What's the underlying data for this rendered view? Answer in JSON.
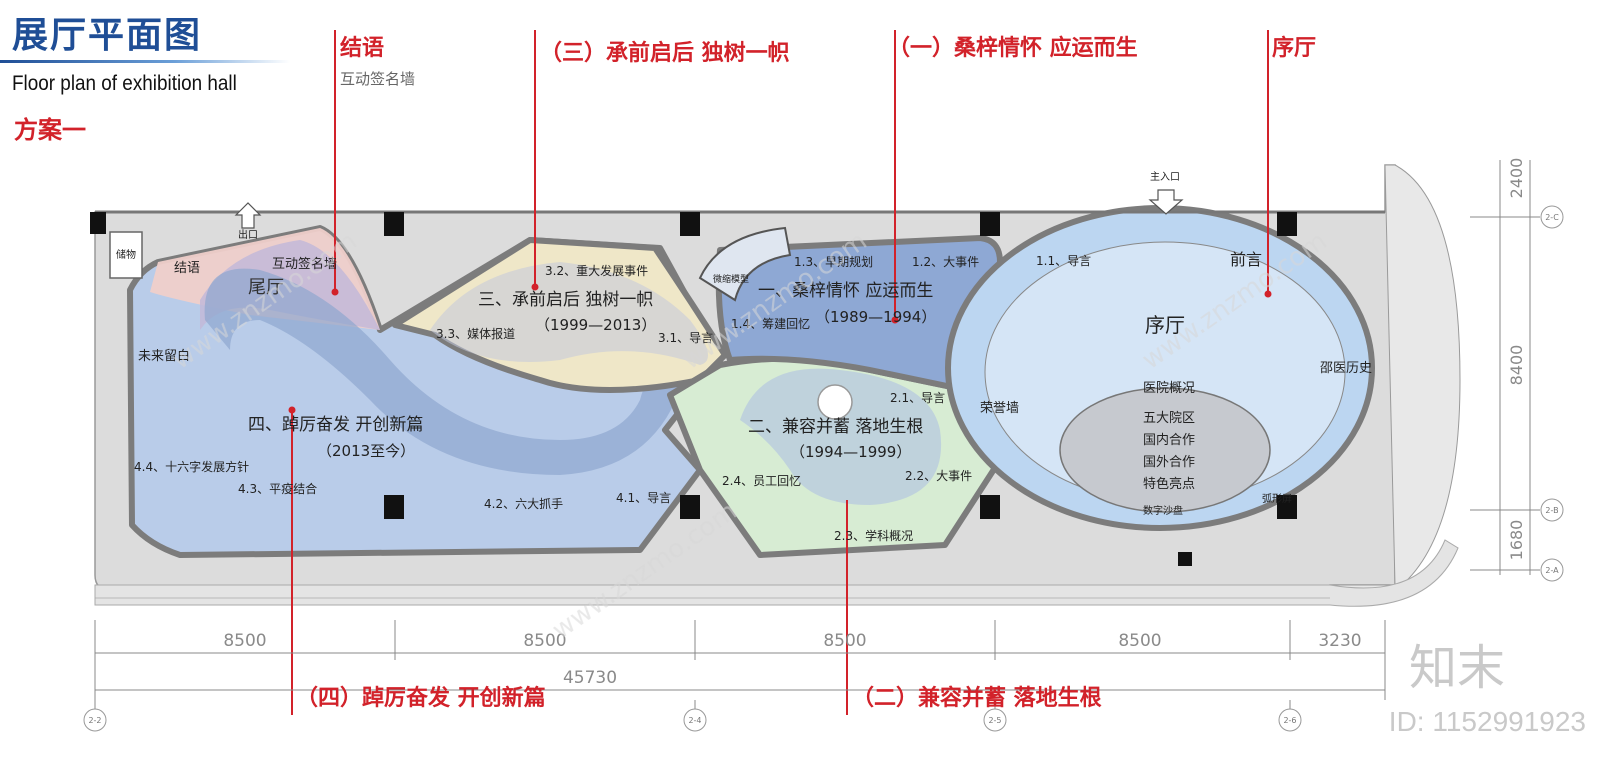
{
  "header": {
    "title_cn": "展厅平面图",
    "title_en": "Floor plan of exhibition hall",
    "scheme": "方案一"
  },
  "callouts": {
    "closing_title": "结语",
    "closing_sub": "互动签名墙",
    "part3": "（三）承前启后  独树一帜",
    "part1": "（一）桑梓情怀 应运而生",
    "lobby": "序厅",
    "part4": "（四）踔厉奋发  开创新篇",
    "part2": "（二）兼容并蓄 落地生根"
  },
  "plan": {
    "entrance": "主入口",
    "exit": "出口",
    "storage": "储物",
    "closing": "结语",
    "signwall": "互动签名墙",
    "tail_hall": "尾厅",
    "future": "未来留白",
    "sec3_title": "三、承前启后   独树一帜",
    "sec3_years": "（1999—2013）",
    "sec3_1": "3.1、导言",
    "sec3_2": "3.2、重大发展事件",
    "sec3_3": "3.3、媒体报道",
    "sec1_title": "一、桑梓情怀  应运而生",
    "sec1_years": "（1989—1994）",
    "sec1_2": "1.2、大事件",
    "sec1_3": "1.3、早期规划",
    "sec1_4": "1.4、筹建回忆",
    "sec1_1": "1.1、导言",
    "mini_display": "微缩模型",
    "preface": "前言",
    "lobby_label": "序厅",
    "honor_wall": "荣誉墙",
    "history": "邵医历史",
    "lobby_list": [
      "医院概况",
      "五大院区",
      "国内合作",
      "国外合作",
      "特色亮点"
    ],
    "sandtable": "数字沙盘",
    "arc_screen": "弧形屏",
    "sec2_title": "二、兼容并蓄  落地生根",
    "sec2_years": "（1994—1999）",
    "sec2_1": "2.1、导言",
    "sec2_2": "2.2、大事件",
    "sec2_3": "2.3、学科概况",
    "sec2_4": "2.4、员工回忆",
    "sec4_title": "四、踔厉奋发  开创新篇",
    "sec4_years": "（2013至今）",
    "sec4_1": "4.1、导言",
    "sec4_2": "4.2、六大抓手",
    "sec4_3": "4.3、平疫结合",
    "sec4_4": "4.4、十六字发展方针"
  },
  "dimensions": {
    "spans": [
      "8500",
      "8500",
      "8500",
      "8500",
      "3230"
    ],
    "total": "45730",
    "right": [
      "2400",
      "8400",
      "1680"
    ],
    "axis_bottom": [
      "2-2",
      "2-4",
      "2-5",
      "2-6"
    ],
    "axis_right": [
      "2-C",
      "2-B",
      "2-A"
    ]
  },
  "watermark": {
    "brand": "知末",
    "id": "ID: 1152991923",
    "site": "www.znzmo.com"
  },
  "colors": {
    "accent_red": "#d2222a",
    "title_blue": "#1f4e96",
    "zone_pink": "#efcfca",
    "zone_blue": "#a9c0e3",
    "zone_yellow": "#efe7c8",
    "zone_green": "#d7ecd3",
    "lobby_blue": "#bcd6f1"
  }
}
